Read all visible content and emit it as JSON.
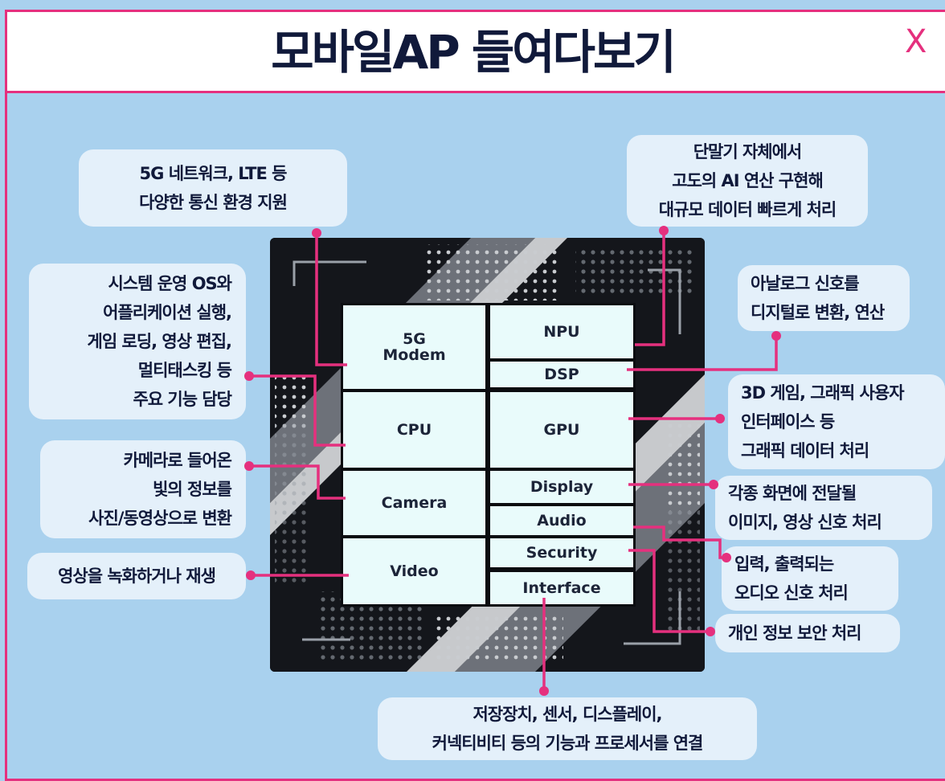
{
  "header": {
    "title": "모바일AP 들여다보기",
    "close_label": "X"
  },
  "chip_blocks": {
    "modem": "5G\nModem",
    "cpu": "CPU",
    "camera": "Camera",
    "video": "Video",
    "npu": "NPU",
    "dsp": "DSP",
    "gpu": "GPU",
    "display": "Display",
    "audio": "Audio",
    "security": "Security",
    "interface": "Interface"
  },
  "callouts": {
    "modem": "5G 네트워크, LTE 등\n다양한 통신 환경 지원",
    "cpu": "시스템 운영 OS와\n어플리케이션 실행,\n게임 로딩, 영상 편집,\n멀티태스킹 등\n주요 기능 담당",
    "camera": "카메라로 들어온\n빛의 정보를\n사진/동영상으로 변환",
    "video": "영상을 녹화하거나 재생",
    "npu": "단말기 자체에서\n고도의 AI 연산 구현해\n대규모 데이터 빠르게 처리",
    "dsp": "아날로그 신호를\n디지털로 변환, 연산",
    "gpu": "3D 게임, 그래픽 사용자\n인터페이스 등\n그래픽 데이터 처리",
    "display": "각종 화면에 전달될\n이미지, 영상 신호 처리",
    "audio": "입력, 출력되는\n오디오 신호 처리",
    "security": "개인 정보 보안 처리",
    "interface": "저장장치, 센서, 디스플레이,\n커넥티비티 등의 기능과 프로세서를 연결"
  },
  "colors": {
    "accent": "#e5307e",
    "navy": "#10193a",
    "background": "#a9d1ee",
    "callout_bg": "#e4f0fa",
    "chip": "#0b0c10",
    "block": "#e9fbfb"
  }
}
